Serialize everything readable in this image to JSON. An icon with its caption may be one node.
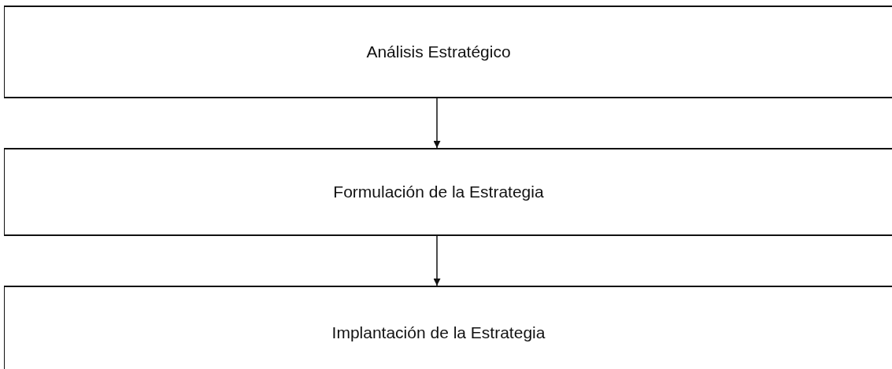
{
  "diagram": {
    "nodes": [
      {
        "text": [
          "Análisis Estratégico"
        ]
      },
      {
        "text": [
          "Formulación de la Estrategia"
        ]
      },
      {
        "text": [
          "Implantación de la Estrategia"
        ]
      }
    ],
    "edges": [
      {
        "from": 0,
        "to": 1,
        "arrow": "to"
      },
      {
        "from": 1,
        "to": 2,
        "arrow": "to"
      }
    ]
  }
}
